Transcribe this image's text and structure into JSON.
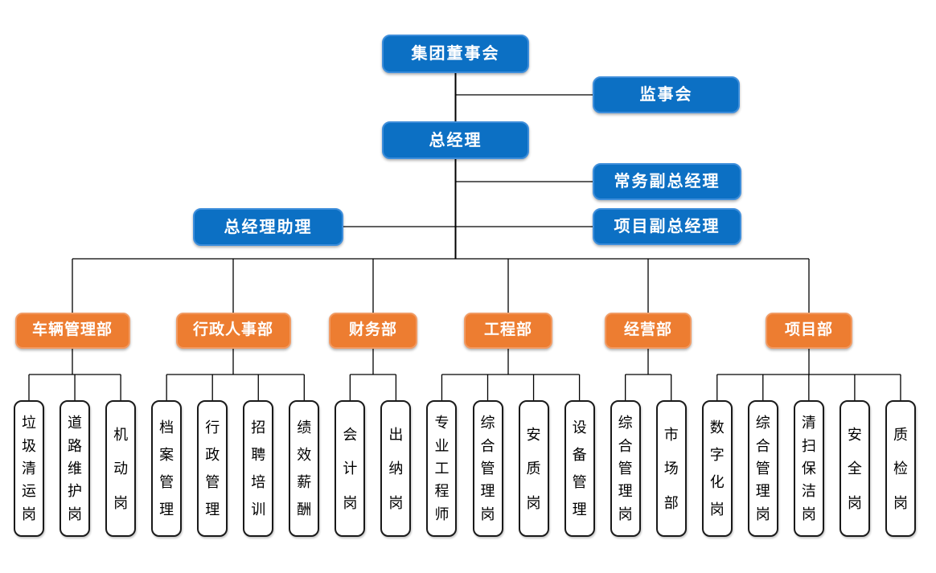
{
  "page": {
    "background": "#FFFFFF"
  },
  "colors": {
    "executive_fill": "#0C70C4",
    "executive_border": "#3E8EDB",
    "department_fill": "#ED7D31",
    "department_border": "#F19B64",
    "position_fill": "#FFFFFF",
    "position_border": "#1A1A1A",
    "connector": "#000000",
    "text_on_color": "#FFFFFF",
    "text_on_white": "#000000"
  },
  "org": {
    "board": {
      "label": "集团董事会"
    },
    "supervisory": {
      "label": "监事会"
    },
    "general_manager": {
      "label": "总经理"
    },
    "deputies": [
      {
        "label": "常务副总经理"
      },
      {
        "label": "项目副总经理"
      }
    ],
    "assistant": {
      "label": "总经理助理"
    },
    "departments": [
      {
        "label": "车辆管理部",
        "children": [
          {
            "label": "垃圾清运岗"
          },
          {
            "label": "道路维护岗"
          },
          {
            "label": "机动岗"
          }
        ]
      },
      {
        "label": "行政人事部",
        "children": [
          {
            "label": "档案管理"
          },
          {
            "label": "行政管理"
          },
          {
            "label": "招聘培训"
          },
          {
            "label": "绩效薪酬"
          }
        ]
      },
      {
        "label": "财务部",
        "children": [
          {
            "label": "会计岗"
          },
          {
            "label": "出纳岗"
          }
        ]
      },
      {
        "label": "工程部",
        "children": [
          {
            "label": "专业工程师"
          },
          {
            "label": "综合管理岗"
          },
          {
            "label": "安质岗"
          },
          {
            "label": "设备管理"
          }
        ]
      },
      {
        "label": "经营部",
        "children": [
          {
            "label": "综合管理岗"
          },
          {
            "label": "市场部"
          }
        ]
      },
      {
        "label": "项目部",
        "children": [
          {
            "label": "数字化岗"
          },
          {
            "label": "综合管理岗"
          },
          {
            "label": "清扫保洁岗"
          },
          {
            "label": "安全岗"
          },
          {
            "label": "质检岗"
          }
        ]
      }
    ]
  }
}
